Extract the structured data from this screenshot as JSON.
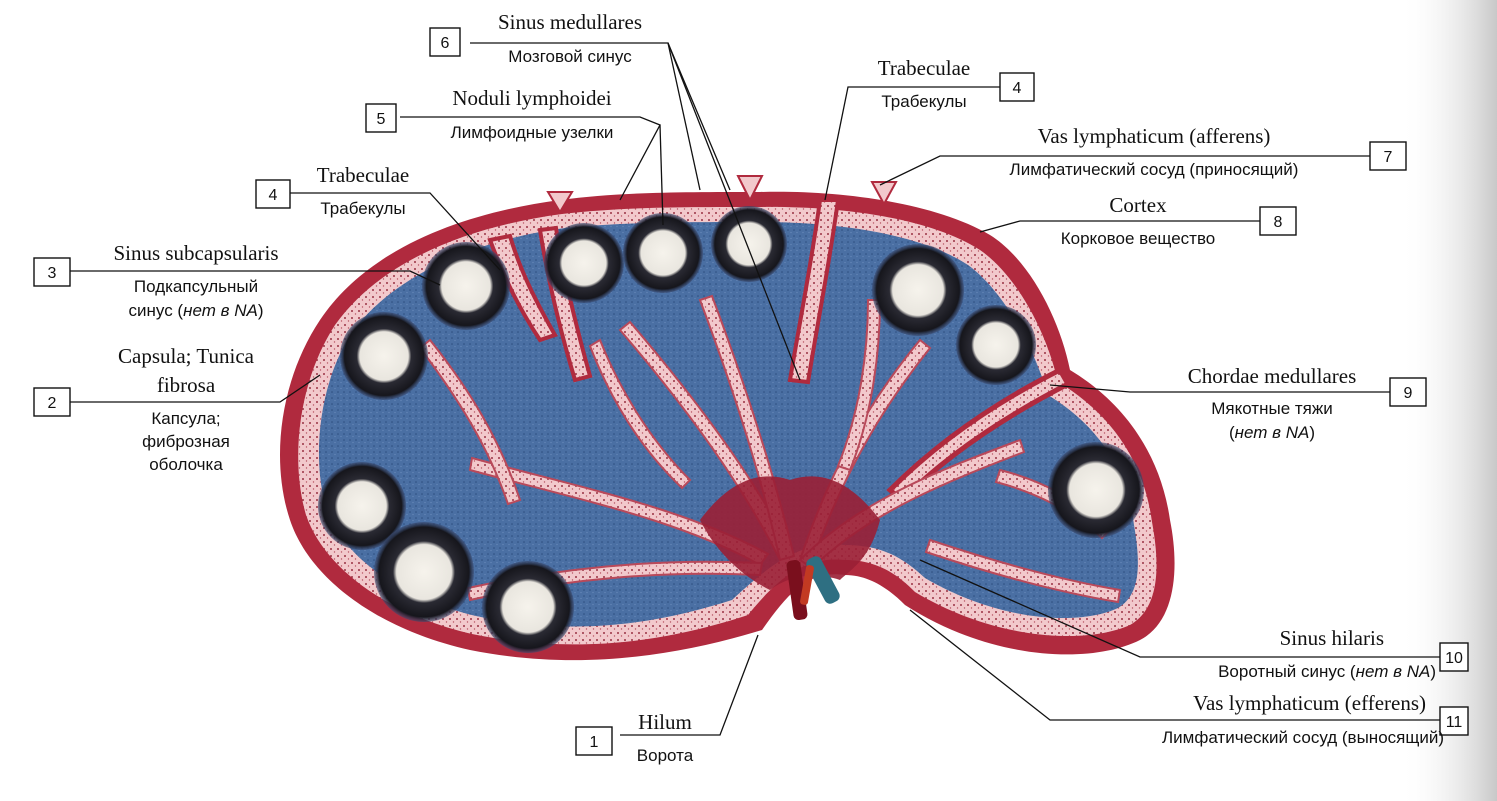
{
  "labels": [
    {
      "id": "1",
      "latin": "Hilum",
      "russian": "Ворота"
    },
    {
      "id": "2",
      "latin_lines": [
        "Capsula; Tunica",
        "fibrosa"
      ],
      "russian_lines": [
        "Капсула;",
        "фиброзная",
        "оболочка"
      ]
    },
    {
      "id": "3",
      "latin": "Sinus subcapsularis",
      "russian_lines": [
        "Подкапсульный",
        "синус (",
        "нет в NA",
        ")"
      ]
    },
    {
      "id": "4",
      "latin": "Trabeculae",
      "russian": "Трабекулы"
    },
    {
      "id": "4",
      "latin": "Trabeculae",
      "russian": "Трабекулы"
    },
    {
      "id": "5",
      "latin": "Noduli lymphoidei",
      "russian": "Лимфоидные узелки"
    },
    {
      "id": "6",
      "latin": "Sinus medullares",
      "russian": "Мозговой синус"
    },
    {
      "id": "7",
      "latin": "Vas lymphaticum (afferens)",
      "russian": "Лимфатический сосуд (приносящий)"
    },
    {
      "id": "8",
      "latin": "Cortex",
      "russian": "Корковое вещество"
    },
    {
      "id": "9",
      "latin": "Chordae medullares",
      "russian_lines": [
        "Мякотные тяжи",
        "(",
        "нет в NA",
        ")"
      ]
    },
    {
      "id": "10",
      "latin": "Sinus hilaris",
      "russian_lines": [
        "Воротный синус (",
        "нет в NA",
        ")"
      ]
    },
    {
      "id": "11",
      "latin": "Vas lymphaticum (efferens)",
      "russian": "Лимфатический сосуд (выносящий)"
    }
  ],
  "colors": {
    "capsule": "#b02a3e",
    "sinus": "#f2c9cc",
    "cortex": "#4a6fa3",
    "nodule_ring": "#1a1a22",
    "nodule_center": "#f4f1ea",
    "medulla_red": "#9a1f35"
  }
}
